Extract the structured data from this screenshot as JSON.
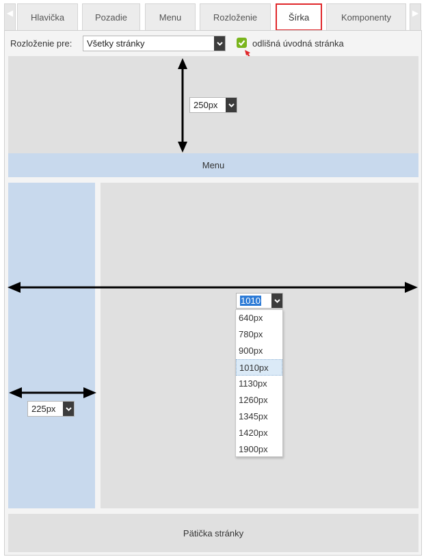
{
  "tabs": [
    {
      "label": "Hlavička"
    },
    {
      "label": "Pozadie"
    },
    {
      "label": "Menu"
    },
    {
      "label": "Rozloženie"
    },
    {
      "label": "Šírka"
    },
    {
      "label": "Komponenty"
    }
  ],
  "active_tab": "Šírka",
  "toolbar": {
    "layout_for_label": "Rozloženie pre:",
    "layout_for_value": "Všetky stránky",
    "different_homepage_label": "odlišná úvodná stránka",
    "different_homepage_checked": true
  },
  "header_block": {
    "height_value": "250px"
  },
  "menu_bar": {
    "label": "Menu"
  },
  "sidebar": {
    "width_value": "225px"
  },
  "content": {
    "width_value": "1010",
    "width_options": [
      "640px",
      "780px",
      "900px",
      "1010px",
      "1130px",
      "1260px",
      "1345px",
      "1420px",
      "1900px"
    ],
    "selected_option": "1010px"
  },
  "footer": {
    "label": "Pätička stránky"
  },
  "colors": {
    "accent_red": "#e0262a",
    "checkbox_green": "#7ab51d",
    "block_blue": "#c8d9ed",
    "block_gray": "#e0e0e0"
  }
}
